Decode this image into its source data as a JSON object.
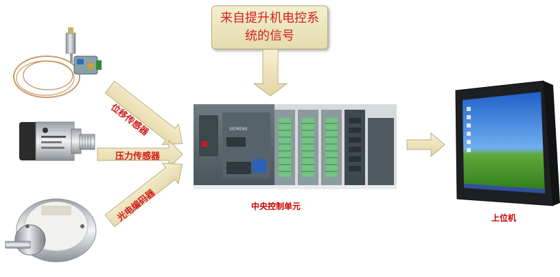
{
  "signal_box": {
    "text": "来自提升机电控系统的信号"
  },
  "inputs": [
    {
      "label": "位移传感器"
    },
    {
      "label": "压力传感器"
    },
    {
      "label": "光电编码器"
    }
  ],
  "plc": {
    "caption": "中央控制单元",
    "brand": "SIEMENS"
  },
  "monitor": {
    "caption": "上位机"
  },
  "colors": {
    "label_red": "#d51b1b",
    "arrow_fill": "#f0e7bf",
    "arrow_stroke": "#b9ae80"
  }
}
